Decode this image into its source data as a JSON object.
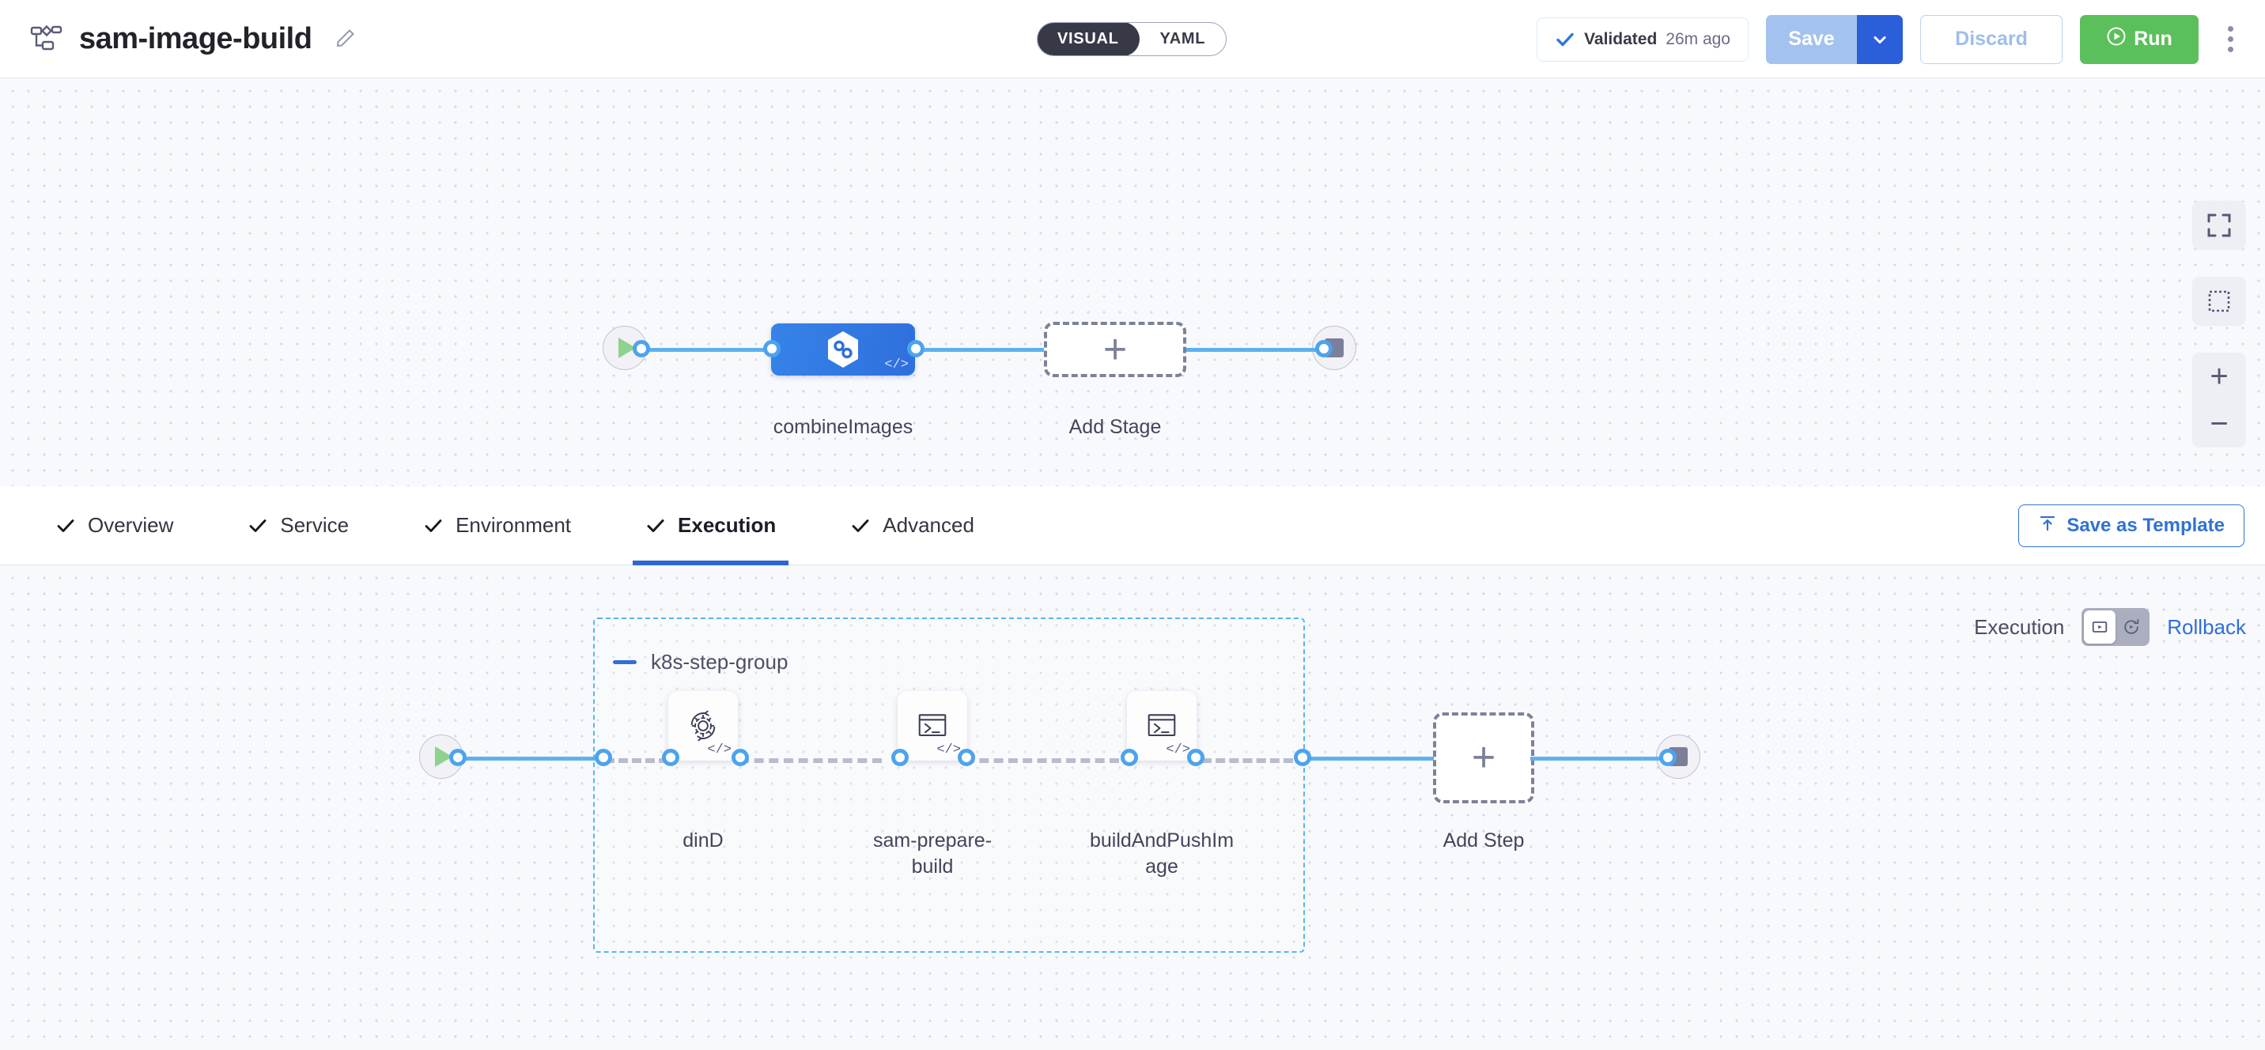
{
  "header": {
    "pipeline_icon": "pipeline-nodes-icon",
    "title": "sam-image-build",
    "edit_icon": "pencil-edit-icon",
    "mode_toggle": {
      "visual": "VISUAL",
      "yaml": "YAML",
      "selected": "VISUAL"
    },
    "validated": {
      "icon": "check-icon",
      "label": "Validated",
      "time": "26m ago"
    },
    "save_label": "Save",
    "save_caret_icon": "chevron-down-icon",
    "discard_label": "Discard",
    "run_label": "Run",
    "run_icon": "play-circle-icon",
    "more_icon": "kebab-menu-icon"
  },
  "canvas_controls": [
    {
      "name": "fit-to-screen-button",
      "icon": "fullscreen-icon"
    },
    {
      "name": "selection-tool-button",
      "icon": "marquee-select-icon"
    },
    {
      "name": "zoom-controls",
      "zoom_in": "+",
      "zoom_out": "−"
    }
  ],
  "stage_graph": {
    "start_icon": "play-triangle-icon",
    "end_icon": "stop-square-icon",
    "stages": [
      {
        "label": "combineImages",
        "icon": "harness-hexagon-icon",
        "badge": "</>"
      }
    ],
    "add_stage": {
      "label": "Add Stage",
      "icon": "plus-icon"
    }
  },
  "tabs": [
    {
      "label": "Overview",
      "icon": "check-icon",
      "active": false
    },
    {
      "label": "Service",
      "icon": "check-icon",
      "active": false
    },
    {
      "label": "Environment",
      "icon": "check-icon",
      "active": false
    },
    {
      "label": "Execution",
      "icon": "check-icon",
      "active": true
    },
    {
      "label": "Advanced",
      "icon": "check-icon",
      "active": false
    }
  ],
  "save_as_template": {
    "label": "Save as Template",
    "icon": "upload-template-icon"
  },
  "execution_panel": {
    "switch_label": "Execution",
    "execution_icon": "execution-play-box-icon",
    "rollback_icon": "rollback-refresh-icon",
    "rollback_label": "Rollback",
    "selected": "execution"
  },
  "step_graph": {
    "start_icon": "play-triangle-icon",
    "end_icon": "stop-square-icon",
    "group": {
      "name": "k8s-step-group",
      "collapse_icon": "minus-collapse-icon"
    },
    "steps": [
      {
        "label": "dinD",
        "icon": "gear-rotate-icon",
        "badge": "</>"
      },
      {
        "label": "sam-prepare-\nbuild",
        "icon": "terminal-icon",
        "badge": "</>"
      },
      {
        "label": "buildAndPushIm\nage",
        "icon": "terminal-icon",
        "badge": "</>"
      }
    ],
    "add_step": {
      "label": "Add Step",
      "icon": "plus-icon"
    }
  },
  "colors": {
    "accent_blue": "#2b68d0",
    "edge_blue": "#5cb2f0",
    "stage_blue": "#3583e8",
    "run_green": "#5bc05b",
    "group_dash": "#57b5ee",
    "canvas_bg": "#f8f9fc"
  }
}
